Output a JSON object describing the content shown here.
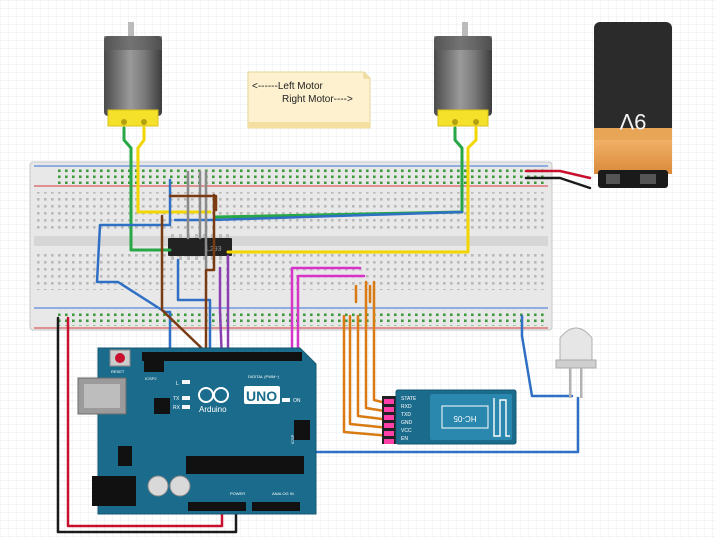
{
  "note": {
    "line1": "<------Left Motor",
    "line2": "Right Motor---->"
  },
  "battery": {
    "label": "9V"
  },
  "ic": {
    "label": "L293"
  },
  "arduino": {
    "brand": "Arduino",
    "model": "UNO",
    "reset_label": "RESET",
    "icsp2_label": "ICSP2",
    "icsp_label": "ICSP",
    "digital_label": "DIGITAL (PWM~)",
    "power_label": "POWER",
    "analog_label": "ANALOG IN",
    "on_label": "ON",
    "led_l": "L",
    "led_tx": "TX",
    "led_rx": "RX"
  },
  "bluetooth": {
    "label": "HC-05",
    "pins": [
      "STATE",
      "RXD",
      "TXD",
      "GND",
      "VCC",
      "EN"
    ]
  },
  "colors": {
    "board_blue": "#1b6c8c",
    "wire_red": "#c8102e",
    "wire_black": "#1a1a1a",
    "wire_green": "#27a745",
    "wire_yellow": "#f2d600",
    "wire_blue": "#2f6fc4",
    "wire_brown": "#7a3b12",
    "wire_orange": "#d97a12",
    "wire_magenta": "#d633c9",
    "wire_purple": "#8a3fb0",
    "wire_grey": "#8a8a8a"
  }
}
